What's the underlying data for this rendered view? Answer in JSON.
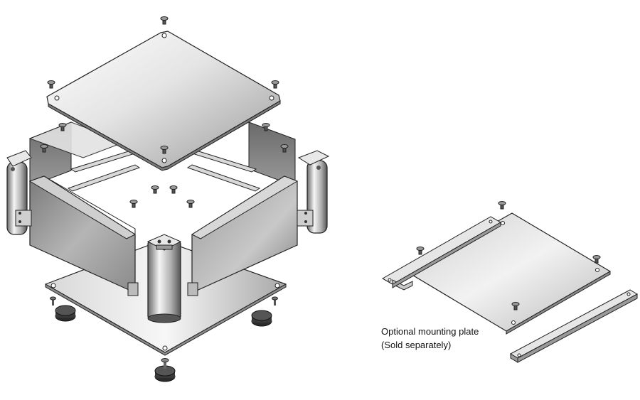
{
  "caption": {
    "line1": "Optional mounting plate",
    "line2": "(Sold separately)"
  },
  "colors": {
    "outline": "#222222",
    "panel_light": "#f2f2f2",
    "panel_mid": "#bdbdbd",
    "panel_dark": "#6e6e6e",
    "rail": "#d9d9d9",
    "foot": "#2b2b2b"
  },
  "parts": {
    "enclosure": [
      "top-cover",
      "side-panel-left",
      "side-panel-right",
      "front-panel-left",
      "front-panel-right",
      "corner-posts",
      "base-plate",
      "feet",
      "screws"
    ],
    "optional": [
      "mounting-plate",
      "mounting-bracket-left",
      "mounting-bracket-right"
    ]
  }
}
